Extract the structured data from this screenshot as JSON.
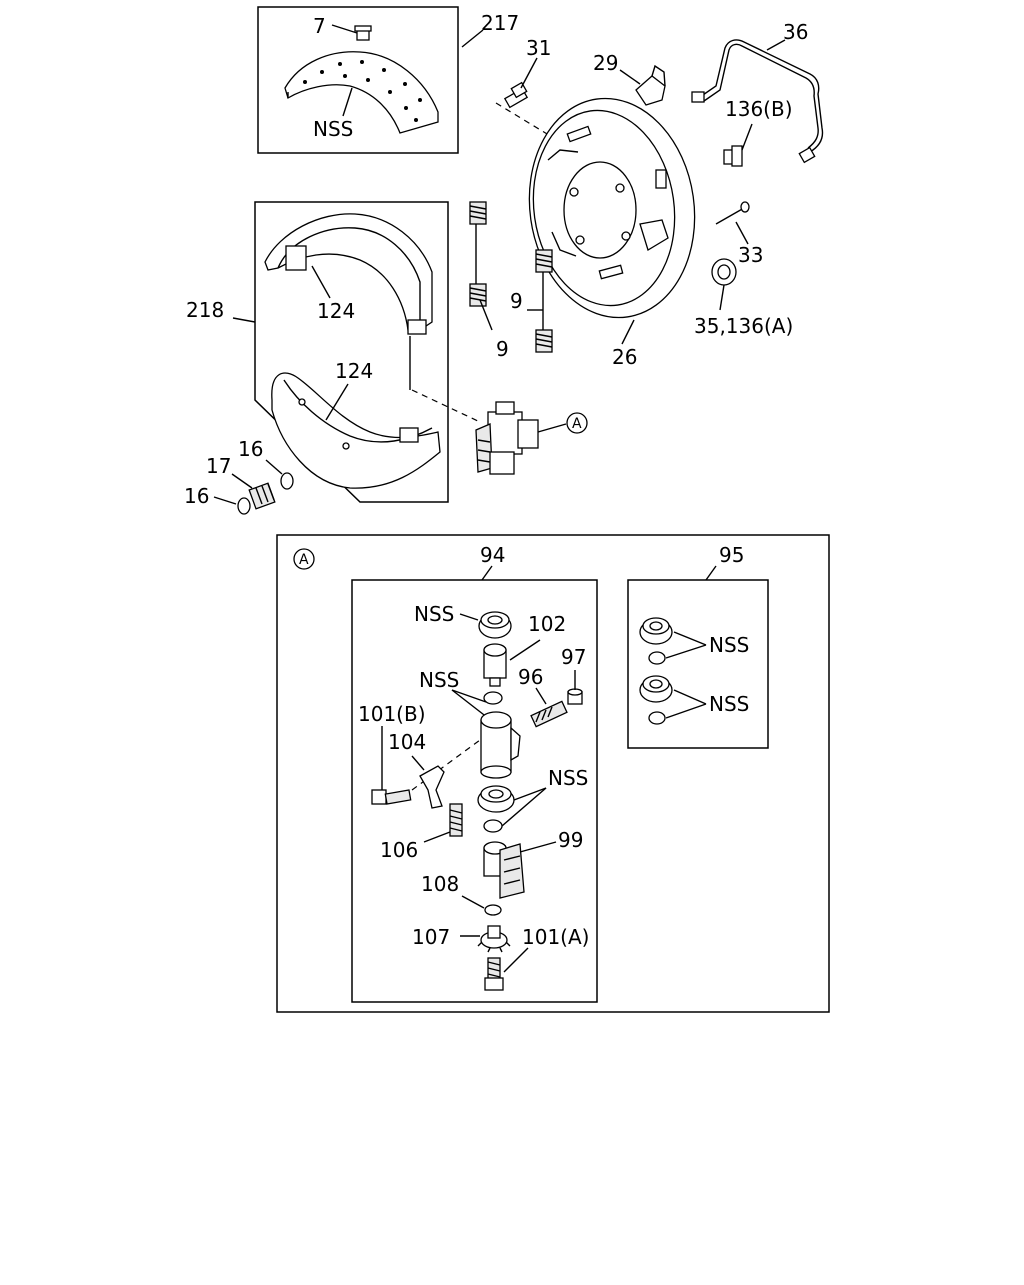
{
  "labels": {
    "l7": "7",
    "l217": "217",
    "l31": "31",
    "l29": "29",
    "l36": "36",
    "l136b": "136(B)",
    "l33": "33",
    "l35_136a": "35,136(A)",
    "l26": "26",
    "l9a": "9",
    "l9b": "9",
    "l218": "218",
    "l124a": "124",
    "l124b": "124",
    "l16a": "16",
    "l17": "17",
    "l16b": "16",
    "nss_lining": "NSS",
    "circle_a_main": "A",
    "circle_a_detail": "A",
    "l94": "94",
    "l95": "95",
    "nss_94_top": "NSS",
    "l102": "102",
    "nss_94_mid": "NSS",
    "l96": "96",
    "l97": "97",
    "l101b": "101(B)",
    "l104": "104",
    "nss_94_low": "NSS",
    "l106": "106",
    "l99": "99",
    "l108": "108",
    "l107": "107",
    "l101a": "101(A)",
    "nss_95_a": "NSS",
    "nss_95_b": "NSS"
  }
}
